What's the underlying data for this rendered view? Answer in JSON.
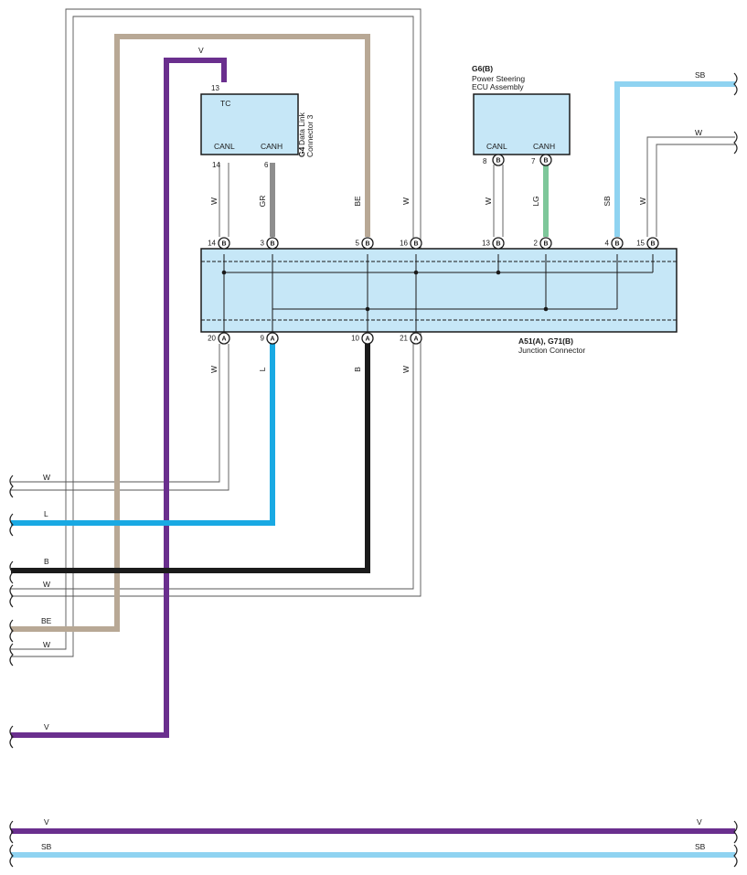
{
  "colors": {
    "W": "#ffffff",
    "L": "#19a9e3",
    "B": "#1b1b1b",
    "BE": "#b8a895",
    "V": "#6a2f8e",
    "SB": "#8fd3f1",
    "GR": "#8e8e8e",
    "LG": "#7ec79a",
    "box_fill": "#c6e7f7"
  },
  "dlc": {
    "code": "G4",
    "name_line1": "Data Link",
    "name_line2": "Connector 3",
    "pin_tc_label": "TC",
    "pin_canl_label": "CANL",
    "pin_canh_label": "CANH",
    "pin_tc_no": "13",
    "pin_canl_no": "14",
    "pin_canh_no": "6"
  },
  "ecu": {
    "code": "G6(B)",
    "name_line1": "Power Steering",
    "name_line2": "ECU Assembly",
    "pin_canl_label": "CANL",
    "pin_canh_label": "CANH",
    "pin_canl_no": "8",
    "pin_canh_no": "7",
    "pin_letter": "B"
  },
  "junction": {
    "code": "A51(A), G71(B)",
    "name": "Junction Connector",
    "top_pins": [
      {
        "no": "14",
        "letter": "B",
        "wire": "W"
      },
      {
        "no": "3",
        "letter": "B",
        "wire": "GR"
      },
      {
        "no": "5",
        "letter": "B",
        "wire": "BE"
      },
      {
        "no": "16",
        "letter": "B",
        "wire": "W"
      },
      {
        "no": "13",
        "letter": "B",
        "wire": "W"
      },
      {
        "no": "2",
        "letter": "B",
        "wire": "LG"
      },
      {
        "no": "4",
        "letter": "B",
        "wire": "SB"
      },
      {
        "no": "15",
        "letter": "B",
        "wire": "W"
      }
    ],
    "bottom_pins": [
      {
        "no": "20",
        "letter": "A",
        "wire": "W"
      },
      {
        "no": "9",
        "letter": "A",
        "wire": "L"
      },
      {
        "no": "10",
        "letter": "A",
        "wire": "B"
      },
      {
        "no": "21",
        "letter": "A",
        "wire": "W"
      }
    ]
  },
  "wire_labels": {
    "v_top": "V",
    "sb_right": "SB",
    "w_right": "W",
    "left_w1": "W",
    "left_l": "L",
    "left_b": "B",
    "left_w2": "W",
    "left_be": "BE",
    "left_w3": "W",
    "left_v": "V",
    "bottom_v_left": "V",
    "bottom_v_right": "V",
    "bottom_sb_left": "SB",
    "bottom_sb_right": "SB"
  }
}
